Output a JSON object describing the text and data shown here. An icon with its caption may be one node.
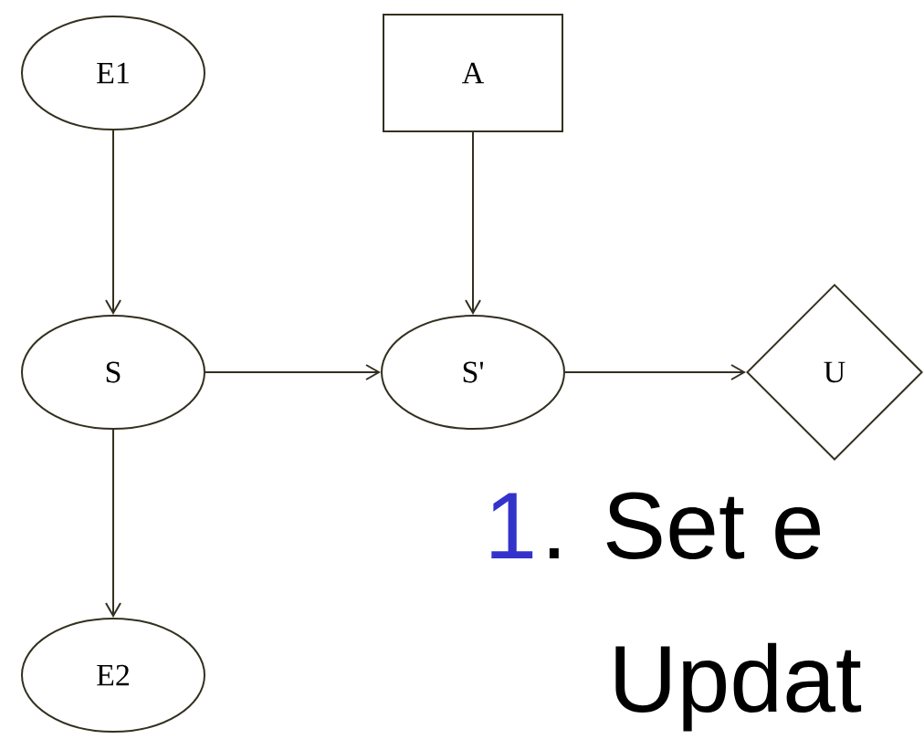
{
  "diagram": {
    "nodes": [
      {
        "text": [
          "E1"
        ]
      },
      {
        "text": [
          "A"
        ]
      },
      {
        "text": [
          "S"
        ]
      },
      {
        "text": [
          "S'"
        ]
      },
      {
        "text": [
          "U"
        ]
      },
      {
        "text": [
          "E2"
        ]
      }
    ],
    "edges": [
      {
        "from": 0,
        "to": 2,
        "arrow": "to"
      },
      {
        "from": 1,
        "to": 3,
        "arrow": "to"
      },
      {
        "from": 2,
        "to": 3,
        "arrow": "to"
      },
      {
        "from": 3,
        "to": 4,
        "arrow": "to"
      },
      {
        "from": 2,
        "to": 5,
        "arrow": "to"
      }
    ],
    "labels": [
      "1",
      ". Set e",
      "Updat"
    ]
  }
}
